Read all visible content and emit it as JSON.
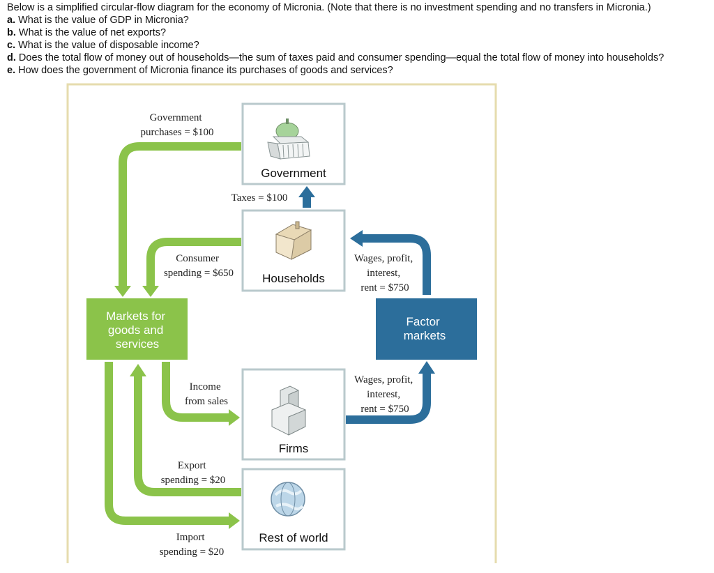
{
  "question": {
    "intro": "Below is a simplified circular-flow diagram for the economy of Micronia. (Note that there is no investment spending and no transfers in Micronia.)",
    "items": [
      {
        "letter": "a.",
        "text": "What is the value of GDP in Micronia?"
      },
      {
        "letter": "b.",
        "text": "What is the value of net exports?"
      },
      {
        "letter": "c.",
        "text": "What is the value of disposable income?"
      },
      {
        "letter": "d.",
        "text": "Does the total flow of money out of households—the sum of taxes paid and consumer spending—equal the total flow of money into households?"
      },
      {
        "letter": "e.",
        "text": "How does the government of Micronia finance its purchases of goods and services?"
      }
    ]
  },
  "diagram": {
    "boxes": {
      "government": "Government",
      "households": "Households",
      "firms": "Firms",
      "rest_of_world": "Rest of world",
      "markets_goods": [
        "Markets for",
        "goods and",
        "services"
      ],
      "factor_markets": [
        "Factor",
        "markets"
      ]
    },
    "flows": {
      "gov_purchases": [
        "Government",
        "purchases = $100"
      ],
      "taxes": "Taxes = $100",
      "consumer_spending": [
        "Consumer",
        "spending = $650"
      ],
      "wages_households": [
        "Wages, profit,",
        "interest,",
        "rent = $750"
      ],
      "income_from_sales": [
        "Income",
        "from sales"
      ],
      "wages_firms": [
        "Wages, profit,",
        "interest,",
        "rent = $750"
      ],
      "export_spending": [
        "Export",
        "spending = $20"
      ],
      "import_spending": [
        "Import",
        "spending = $20"
      ]
    },
    "colors": {
      "green": "#8bc34a",
      "blue": "#2c6e9b",
      "box_border": "#b9c9cc",
      "frame": "#e6dcae"
    }
  }
}
